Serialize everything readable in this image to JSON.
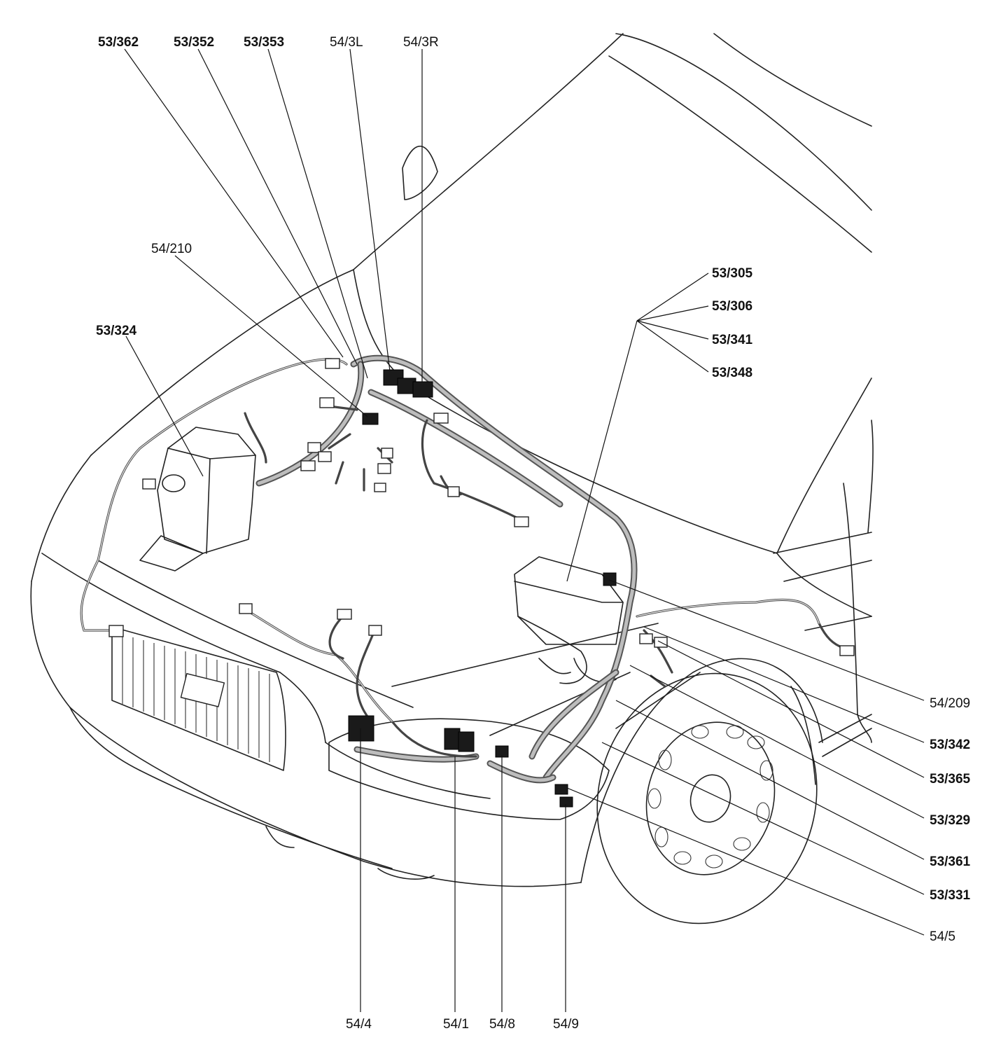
{
  "labels": {
    "l_53_362": "53/362",
    "l_53_352": "53/352",
    "l_53_353": "53/353",
    "l_54_3L": "54/3L",
    "l_54_3R": "54/3R",
    "l_54_210": "54/210",
    "l_53_324": "53/324",
    "l_53_305": "53/305",
    "l_53_306": "53/306",
    "l_53_341": "53/341",
    "l_53_348": "53/348",
    "l_54_209": "54/209",
    "l_53_342": "53/342",
    "l_53_365": "53/365",
    "l_53_329": "53/329",
    "l_53_361": "53/361",
    "l_53_331": "53/331",
    "l_54_5": "54/5",
    "l_54_4": "54/4",
    "l_54_1": "54/1",
    "l_54_8": "54/8",
    "l_54_9": "54/9"
  }
}
